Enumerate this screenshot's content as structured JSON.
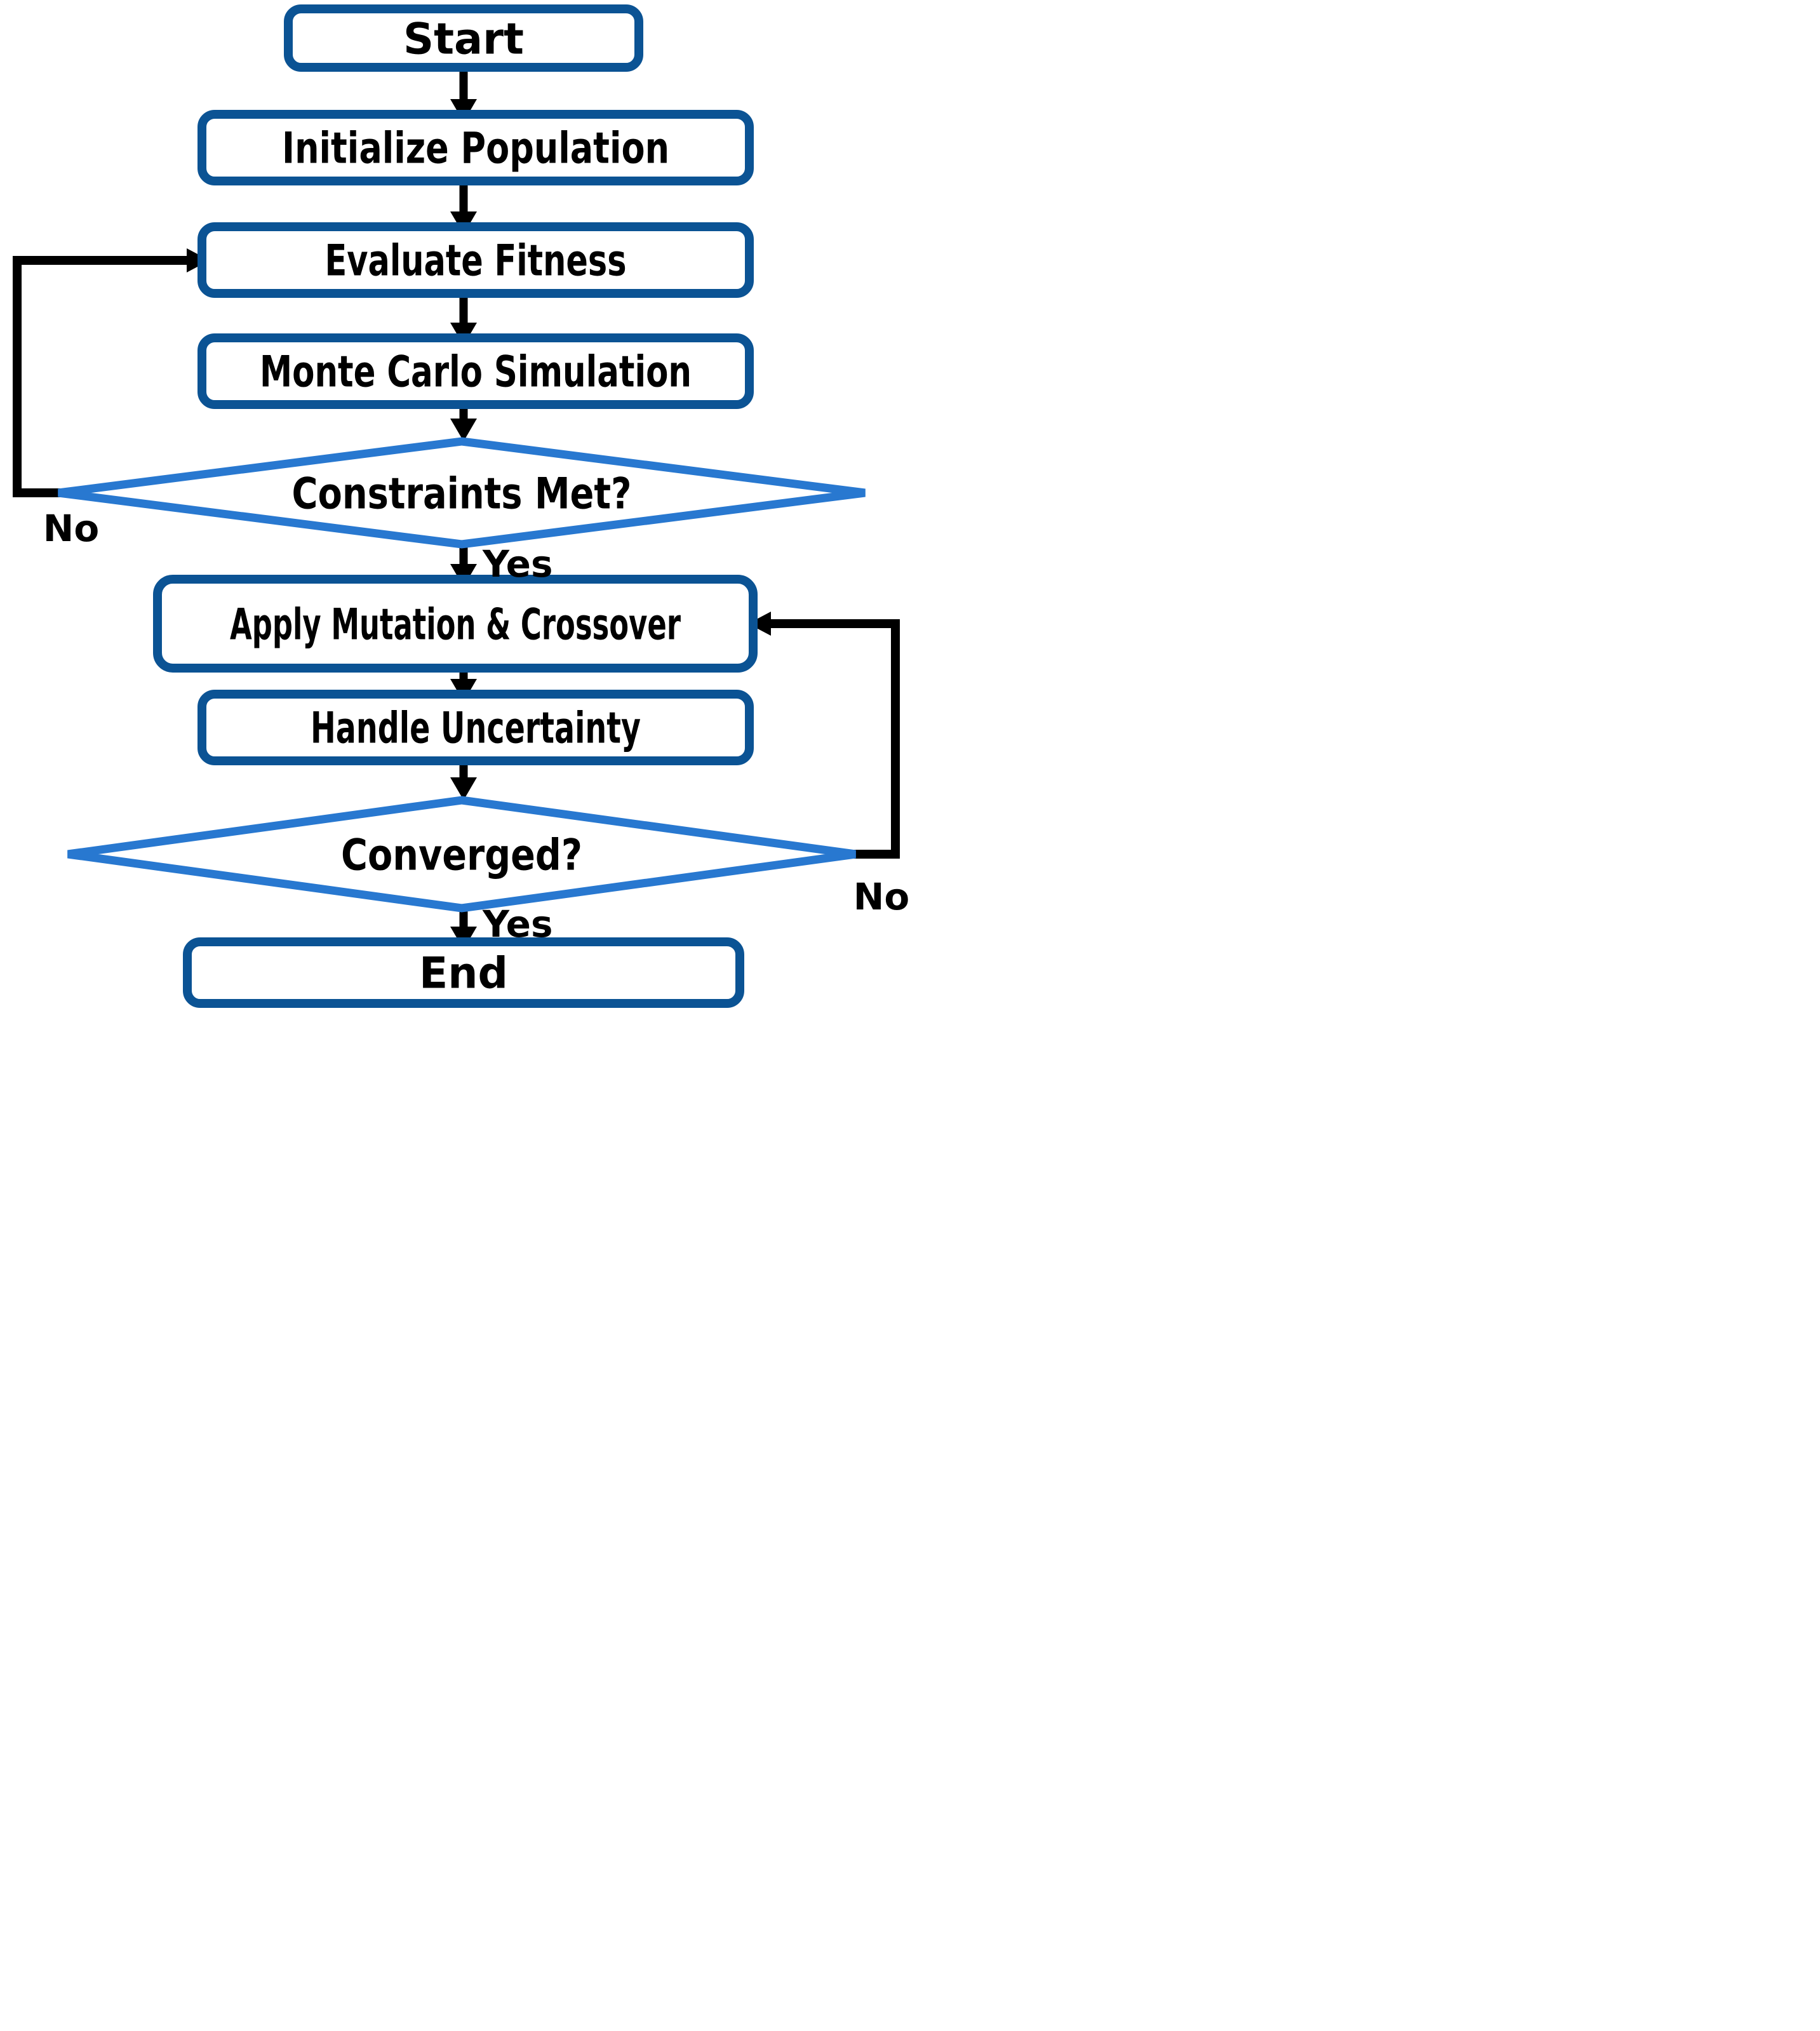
{
  "diagram": {
    "background": "#ffffff",
    "colors": {
      "process_border": "#0b5394",
      "decision_border": "#2878d0",
      "connector": "#000000",
      "text": "#000000",
      "node_fill": "#ffffff"
    },
    "nodes": [
      {
        "id": "start",
        "type": "terminator",
        "label": "Start"
      },
      {
        "id": "initialize-population",
        "type": "process",
        "label": "Initialize Population"
      },
      {
        "id": "evaluate-fitness",
        "type": "process",
        "label": "Evaluate Fitness"
      },
      {
        "id": "monte-carlo-simulation",
        "type": "process",
        "label": "Monte Carlo Simulation"
      },
      {
        "id": "constraints-met",
        "type": "decision",
        "label": "Constraints Met?"
      },
      {
        "id": "apply-mutation-crossover",
        "type": "process",
        "label": "Apply Mutation & Crossover"
      },
      {
        "id": "handle-uncertainty",
        "type": "process",
        "label": "Handle Uncertainty"
      },
      {
        "id": "converged",
        "type": "decision",
        "label": "Converged?"
      },
      {
        "id": "end",
        "type": "terminator",
        "label": "End"
      }
    ],
    "edges": [
      {
        "from": "start",
        "to": "initialize-population",
        "label": ""
      },
      {
        "from": "initialize-population",
        "to": "evaluate-fitness",
        "label": ""
      },
      {
        "from": "evaluate-fitness",
        "to": "monte-carlo-simulation",
        "label": ""
      },
      {
        "from": "monte-carlo-simulation",
        "to": "constraints-met",
        "label": ""
      },
      {
        "from": "constraints-met",
        "to": "evaluate-fitness",
        "label": "No"
      },
      {
        "from": "constraints-met",
        "to": "apply-mutation-crossover",
        "label": "Yes"
      },
      {
        "from": "apply-mutation-crossover",
        "to": "handle-uncertainty",
        "label": ""
      },
      {
        "from": "handle-uncertainty",
        "to": "converged",
        "label": ""
      },
      {
        "from": "converged",
        "to": "apply-mutation-crossover",
        "label": "No"
      },
      {
        "from": "converged",
        "to": "end",
        "label": "Yes"
      }
    ],
    "edge_labels": {
      "constraints_no": "No",
      "constraints_yes": "Yes",
      "converged_no": "No",
      "converged_yes": "Yes"
    }
  }
}
